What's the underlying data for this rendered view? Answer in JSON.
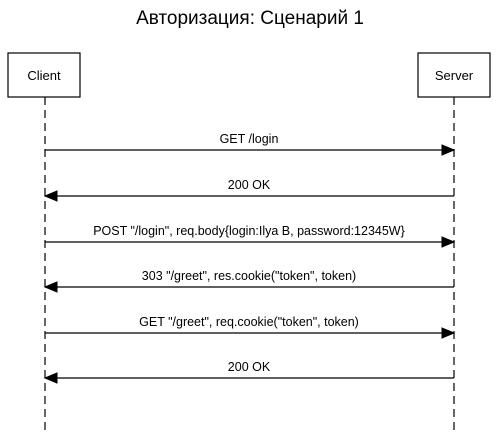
{
  "diagram": {
    "title": "Авторизация: Сценарий 1",
    "actors": [
      {
        "id": "client",
        "label": "Client"
      },
      {
        "id": "server",
        "label": "Server"
      }
    ],
    "messages": [
      {
        "from": "client",
        "to": "server",
        "label": "GET /login"
      },
      {
        "from": "server",
        "to": "client",
        "label": "200 OK"
      },
      {
        "from": "client",
        "to": "server",
        "label": "POST \"/login\", req.body{login:Ilya B, password:12345W}"
      },
      {
        "from": "server",
        "to": "client",
        "label": "303 \"/greet\", res.cookie(\"token\", token)"
      },
      {
        "from": "client",
        "to": "server",
        "label": "GET \"/greet\", req.cookie(\"token\", token)"
      },
      {
        "from": "server",
        "to": "client",
        "label": "200 OK"
      }
    ]
  }
}
